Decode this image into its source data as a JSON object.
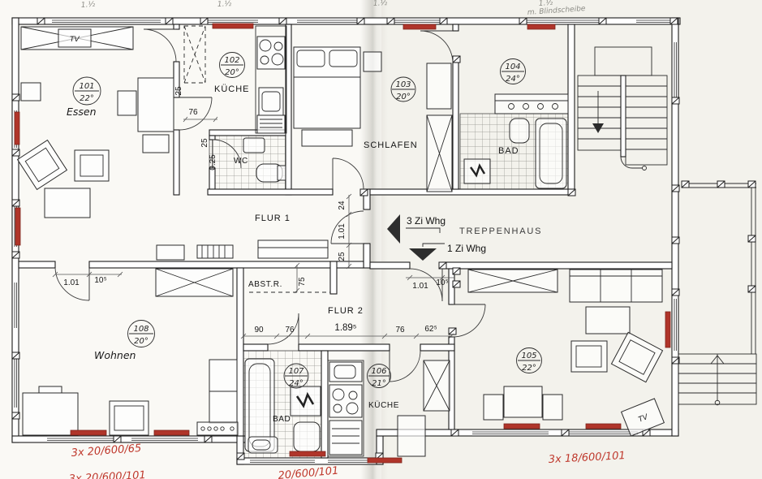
{
  "rooms": {
    "essen": {
      "label": "Essen",
      "number": "101",
      "temp": "22°"
    },
    "kueche_top": {
      "label": "KÜCHE",
      "number": "102",
      "temp": "20°"
    },
    "wc": {
      "label": "WC"
    },
    "schlafen": {
      "label": "SCHLAFEN",
      "number": "103",
      "temp": "20°"
    },
    "bad_top": {
      "label": "BAD",
      "number": "104",
      "temp": "24°"
    },
    "flur1": {
      "label": "FLUR 1"
    },
    "treppenhaus": {
      "label": "TREPPENHAUS"
    },
    "abstellraum": {
      "label": "ABST.R."
    },
    "flur2": {
      "label": "FLUR 2"
    },
    "wohnen": {
      "label": "Wohnen",
      "number": "108",
      "temp": "20°"
    },
    "bad_bottom": {
      "label": "BAD",
      "number": "107",
      "temp": "24°"
    },
    "kueche_bottom": {
      "label": "KÜCHE",
      "number": "106",
      "temp": "21°"
    },
    "wohnraum_right": {
      "number": "105",
      "temp": "22°"
    }
  },
  "apartments": {
    "three_room": {
      "label": "3 Zi Whg"
    },
    "one_room": {
      "label": "1 Zi Whg"
    }
  },
  "furniture": {
    "tv_essen": "TV",
    "tv_right": "TV"
  },
  "dimensions": {
    "kueche_door_offset": "25",
    "kueche_door_width": "76",
    "wc_a": "25",
    "wc_b": "0.25",
    "entry_a": "24",
    "entry_b": "1.01",
    "entry_c": "25",
    "wohnen_door": "1.01",
    "wohnen_door_sup": "10⁵",
    "flur2_door": "1.01",
    "flur2_door_sup": "10⁵",
    "abst_depth": "75",
    "flur2_chain": [
      "90",
      "76",
      "1.89⁵",
      "76",
      "62⁵"
    ]
  },
  "annotations": {
    "pencil_marks": [
      "1.½",
      "1.½",
      "1.½",
      "1.½"
    ],
    "pencil_note": "m. Blindscheibe",
    "red_notes": {
      "bottom_left": "3x 20/600/65",
      "bottom_left_partial": "3x 20/600/101",
      "bottom_mid_partial": "20/600/101",
      "bottom_right": "3x 18/600/101"
    }
  },
  "colors": {
    "radiator_red": "#b0352a",
    "note_red": "#bf382c",
    "ink": "#1c1c1c"
  }
}
